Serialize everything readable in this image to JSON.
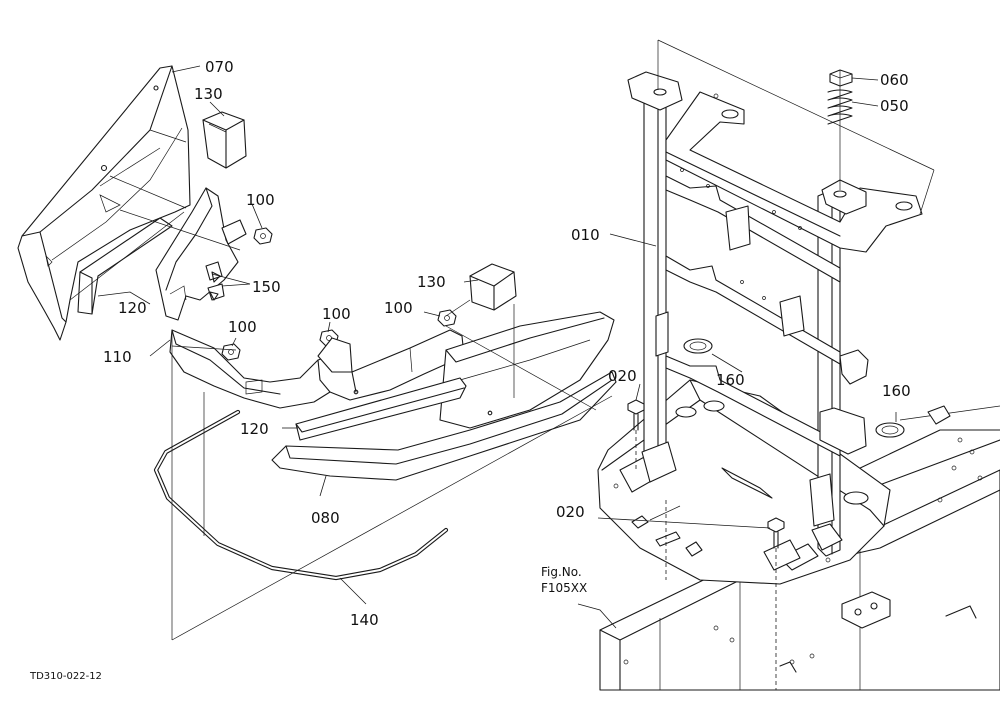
{
  "callouts": [
    {
      "id": "c070",
      "text": "070"
    },
    {
      "id": "c130a",
      "text": "130"
    },
    {
      "id": "c100a",
      "text": "100"
    },
    {
      "id": "c150",
      "text": "150"
    },
    {
      "id": "c120a",
      "text": "120"
    },
    {
      "id": "c100b",
      "text": "100"
    },
    {
      "id": "c110",
      "text": "110"
    },
    {
      "id": "c100c",
      "text": "100"
    },
    {
      "id": "c100d",
      "text": "100"
    },
    {
      "id": "c130b",
      "text": "130"
    },
    {
      "id": "c120b",
      "text": "120"
    },
    {
      "id": "c080",
      "text": "080"
    },
    {
      "id": "c140",
      "text": "140"
    },
    {
      "id": "c010",
      "text": "010"
    },
    {
      "id": "c060",
      "text": "060"
    },
    {
      "id": "c050",
      "text": "050"
    },
    {
      "id": "c160a",
      "text": "160"
    },
    {
      "id": "c160b",
      "text": "160"
    },
    {
      "id": "c020a",
      "text": "020"
    },
    {
      "id": "c020b",
      "text": "020"
    }
  ],
  "figure_ref": {
    "line1": "Fig.No.",
    "line2": "F105XX"
  },
  "drawing_code": "TD310-022-12"
}
